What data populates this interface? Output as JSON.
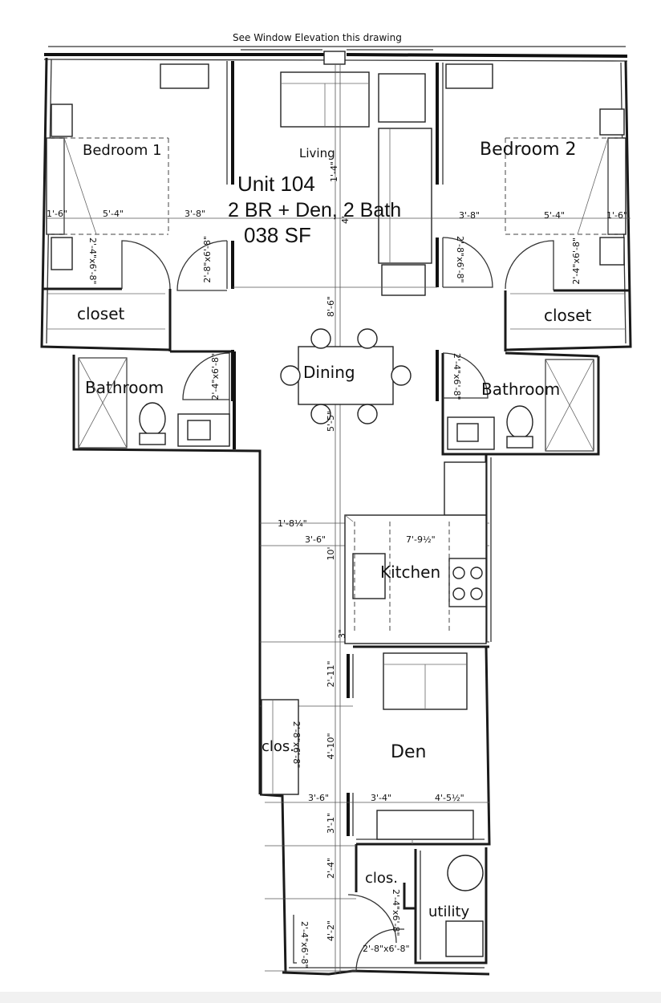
{
  "header_note": "See Window Elevation this drawing",
  "unit": {
    "line1": "Unit 104",
    "line2": "2 BR + Den, 2 Bath",
    "line3": "038 SF"
  },
  "rooms": {
    "bedroom1": "Bedroom 1",
    "bedroom2": "Bedroom 2",
    "living": "Living",
    "closet_left": "closet",
    "closet_right": "closet",
    "bathroom_left": "Bathroom",
    "bathroom_right": "Bathroom",
    "dining": "Dining",
    "kitchen": "Kitchen",
    "den": "Den",
    "clos_left": "clos.",
    "clos_bottom": "clos.",
    "utility": "utility"
  },
  "dimensions": {
    "d1": "1'-6\"",
    "d2": "5'-4\"",
    "d3": "3'-8\"",
    "d4": "3'-8\"",
    "d5": "5'-4\"",
    "d6": "1'-6\"",
    "d7": "2'-4\"x6'-8\"",
    "d8": "2'-8\"x6'-8\"",
    "d9": "2'-8\"x6'-8\"",
    "d10": "2'-4\"x6'-8\"",
    "d11": "2'-4\"x6'-8\"",
    "d12": "2'-4\"x6'-8\"",
    "d13": "8'-6\"",
    "d14": "5'-5\"",
    "d15": "1'-8¼\"",
    "d16": "3'-6\"",
    "d17": "7'-9½\"",
    "d18": "10'",
    "d19": "3\"",
    "d20": "2'-11\"",
    "d21": "4'-10\"",
    "d22": "3'-6\"",
    "d23": "3'-4\"",
    "d24": "4'-5½\"",
    "d25": "3'-1\"",
    "d26": "2'-4\"",
    "d27": "4'-2\"",
    "d28": "2'-4\"x6'-8\"",
    "d29": "2'-8\"x6'-8\"",
    "d30": "2'-8\"x6'-8\"",
    "d31": "2'-4\"x6'-8\"",
    "d32": "1'-4\"",
    "d33": "4'"
  }
}
